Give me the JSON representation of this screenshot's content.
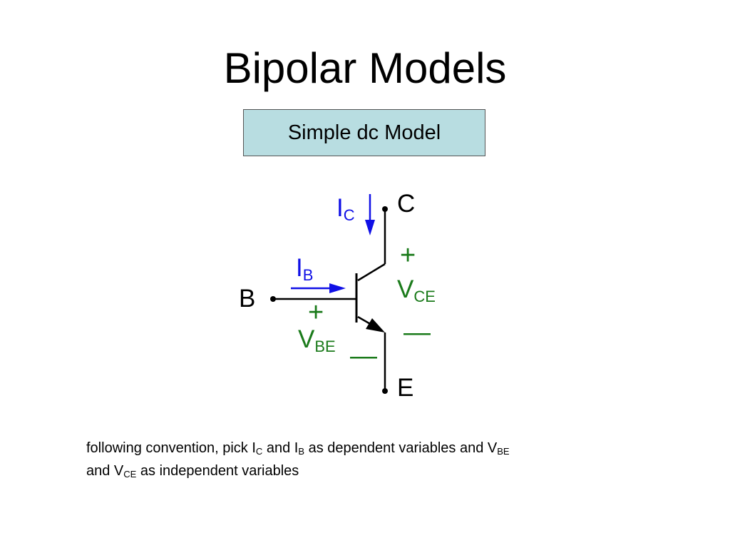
{
  "slide": {
    "title": "Bipolar Models",
    "subtitle": "Simple dc Model"
  },
  "diagram": {
    "terminals": {
      "collector": "C",
      "base": "B",
      "emitter": "E"
    },
    "currents": {
      "ic": {
        "main": "I",
        "sub": "C"
      },
      "ib": {
        "main": "I",
        "sub": "B"
      }
    },
    "voltages": {
      "vce": {
        "main": "V",
        "sub": "CE"
      },
      "vbe": {
        "main": "V",
        "sub": "BE"
      }
    },
    "signs": {
      "plus": "+",
      "minus": "—"
    },
    "colors": {
      "current": "#1010e6",
      "voltage": "#1a7a1a",
      "box_fill": "#b8dde1"
    }
  },
  "caption": {
    "t1": "following convention,  pick I",
    "s1": "C",
    "t2": " and I",
    "s2": "B",
    "t3": " as dependent variables and V",
    "s3": "BE",
    "t4": "and V",
    "s4": "CE",
    "t5": " as independent variables"
  }
}
